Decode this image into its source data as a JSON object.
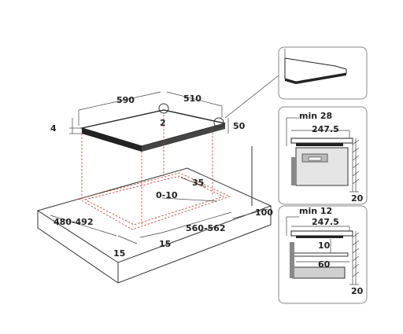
{
  "main_view": {
    "dimensions": {
      "width": "590",
      "depth": "510",
      "height": "4",
      "corner_radius": "2",
      "side_clearance": "50",
      "front_offset": "35",
      "cutout_tolerance": "0-10",
      "cutout_depth": "480-492",
      "cutout_width": "560-562",
      "rear_clearance": "100",
      "edge_a": "15",
      "edge_b": "15"
    }
  },
  "detail_top": {
    "min_label": "min 28",
    "depth": "247.5",
    "side": "20"
  },
  "detail_bottom": {
    "min_label": "min 12",
    "depth": "247.5",
    "gap": "10",
    "drawer": "60",
    "side": "20"
  },
  "colors": {
    "dashed": "#c0392b",
    "line": "#333333",
    "panel_border": "#8a8a8a",
    "cutout": "#d9d9d9"
  }
}
